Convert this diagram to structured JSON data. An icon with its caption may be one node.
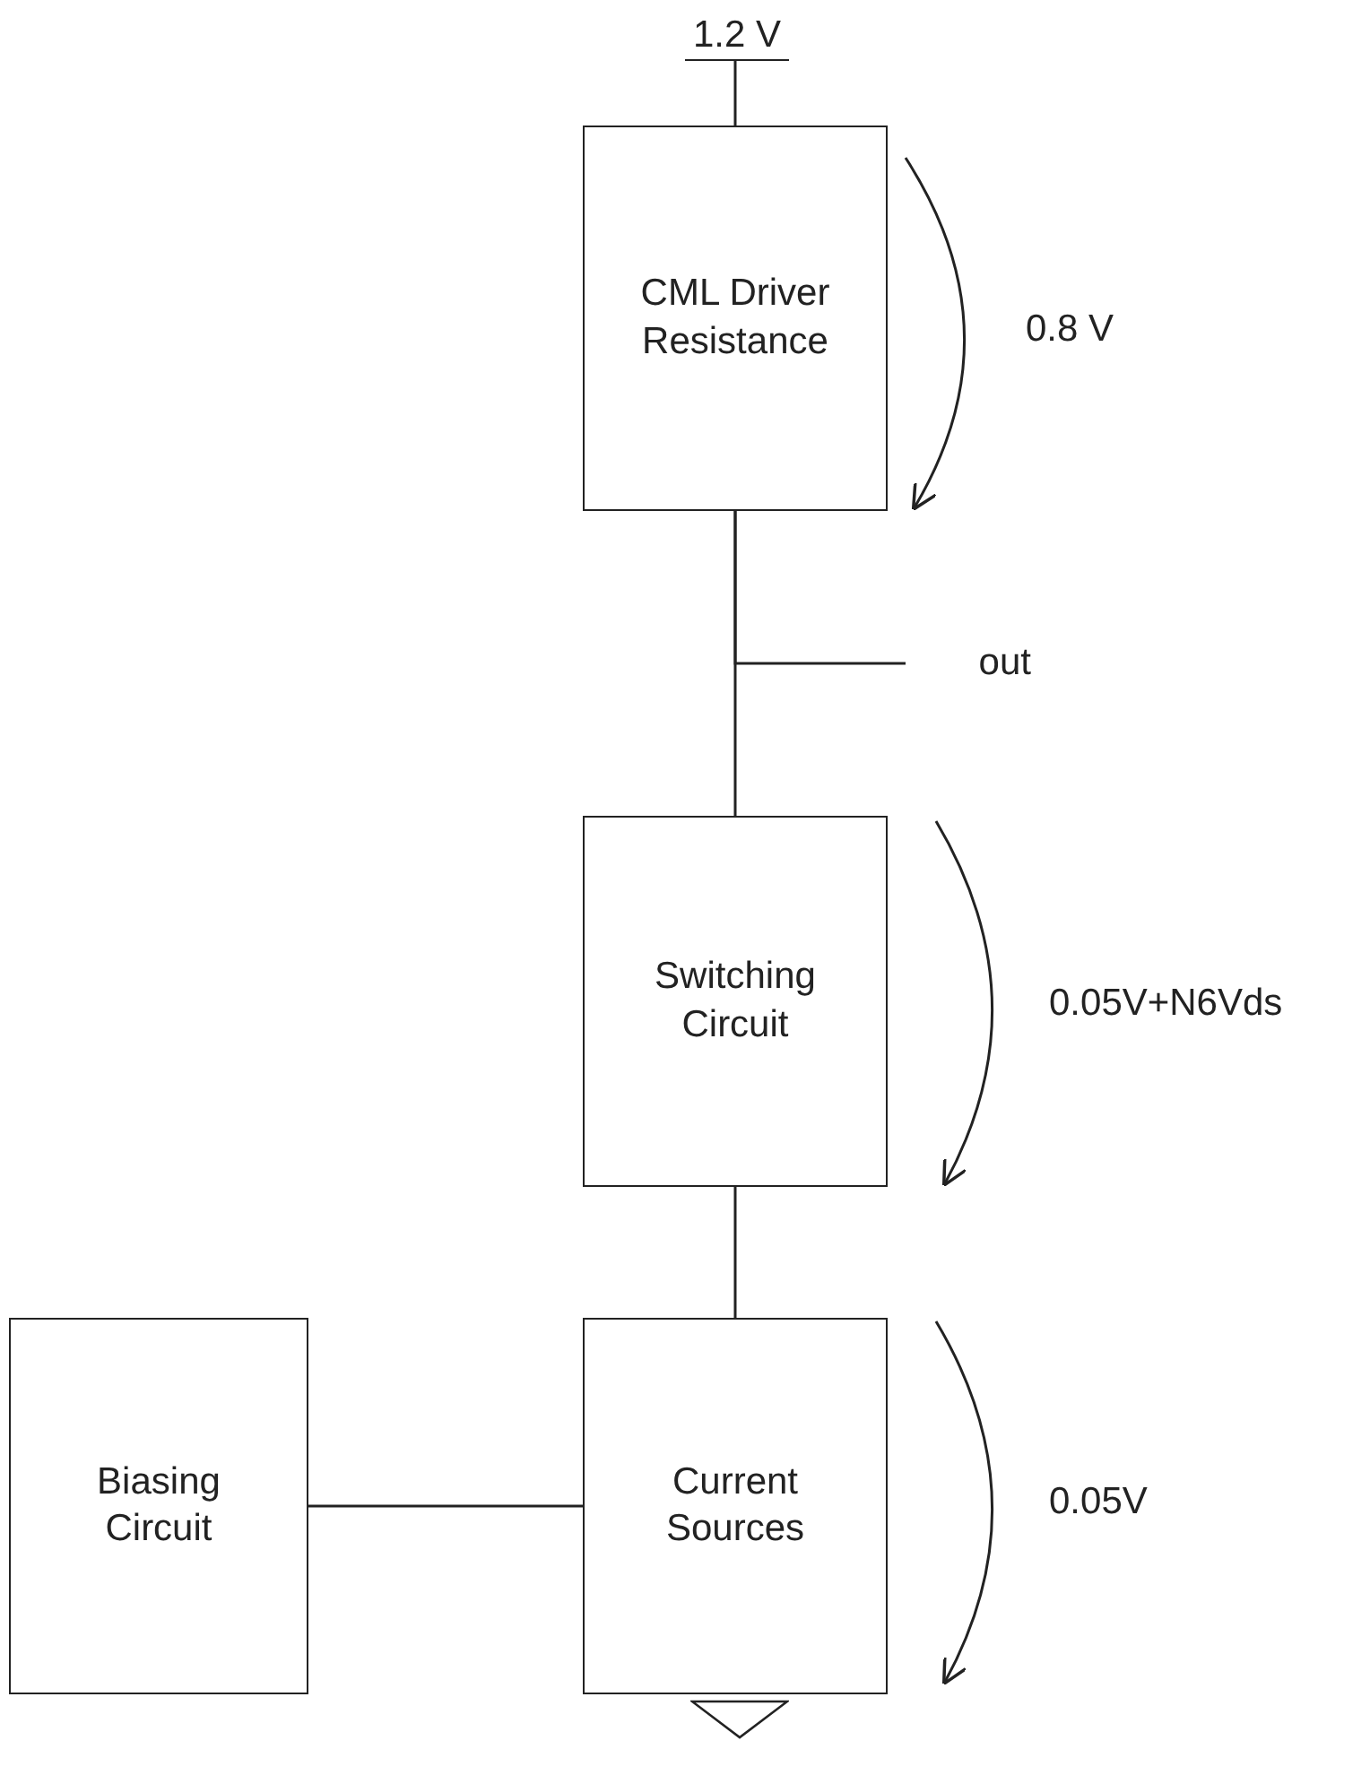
{
  "diagram": {
    "nodes": [
      {
        "text": [
          "1.2 V"
        ]
      },
      {
        "text": [
          "CML Driver Resistance"
        ]
      },
      {
        "text": [
          "out"
        ]
      },
      {
        "text": [
          "Switching Circuit"
        ]
      },
      {
        "text": [
          "Current Sources"
        ]
      },
      {
        "text": [
          "Biasing Circuit"
        ]
      },
      {
        "text": [],
        "shape": "triangle"
      }
    ],
    "edges": [
      {
        "from": 0,
        "to": 1,
        "arrow": "none"
      },
      {
        "from": 1,
        "to": 3,
        "arrow": "none"
      },
      {
        "from": 1,
        "to": 2,
        "arrow": "none"
      },
      {
        "from": 3,
        "to": 4,
        "arrow": "none"
      },
      {
        "from": 5,
        "to": 4,
        "arrow": "none"
      }
    ],
    "labels": [
      "0.8 V",
      "0.05V+N6Vds",
      "0.05V"
    ]
  }
}
